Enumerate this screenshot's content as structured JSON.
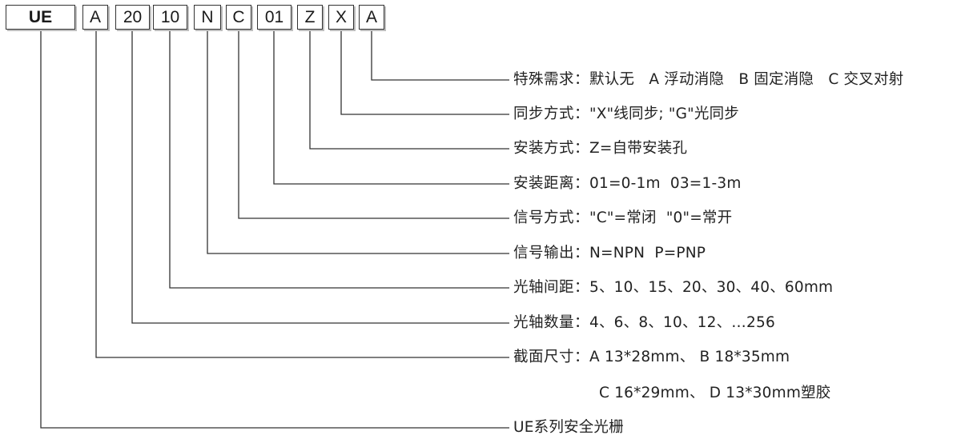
{
  "model_code": {
    "segments": [
      "UE",
      "A",
      "20",
      "10",
      "N",
      "C",
      "01",
      "Z",
      "X",
      "A"
    ]
  },
  "descriptions": [
    {
      "label": "特殊需求：",
      "value": "默认无   A 浮动消隐   B 固定消隐   C 交叉对射"
    },
    {
      "label": "同步方式：",
      "value": "\"X\"线同步; \"G\"光同步"
    },
    {
      "label": "安装方式：",
      "value": "Z=自带安装孔"
    },
    {
      "label": "安装距离：",
      "value": "01=0-1m  03=1-3m"
    },
    {
      "label": "信号方式：",
      "value": "\"C\"=常闭  \"0\"=常开"
    },
    {
      "label": "信号输出：",
      "value": "N=NPN  P=PNP"
    },
    {
      "label": "光轴间距：",
      "value": "5、10、15、20、30、40、60mm"
    },
    {
      "label": "光轴数量：",
      "value": "4、6、8、10、12、…256"
    },
    {
      "label": "截面尺寸：",
      "value": "A 13*28mm、 B 18*35mm"
    },
    {
      "label": "",
      "value": "C 16*29mm、 D 13*30mm塑胶"
    },
    {
      "label": "",
      "value": "UE系列安全光栅"
    }
  ],
  "colors": {
    "line": "#333333",
    "box_shadow": "#bdbdbd",
    "text": "#222222"
  }
}
